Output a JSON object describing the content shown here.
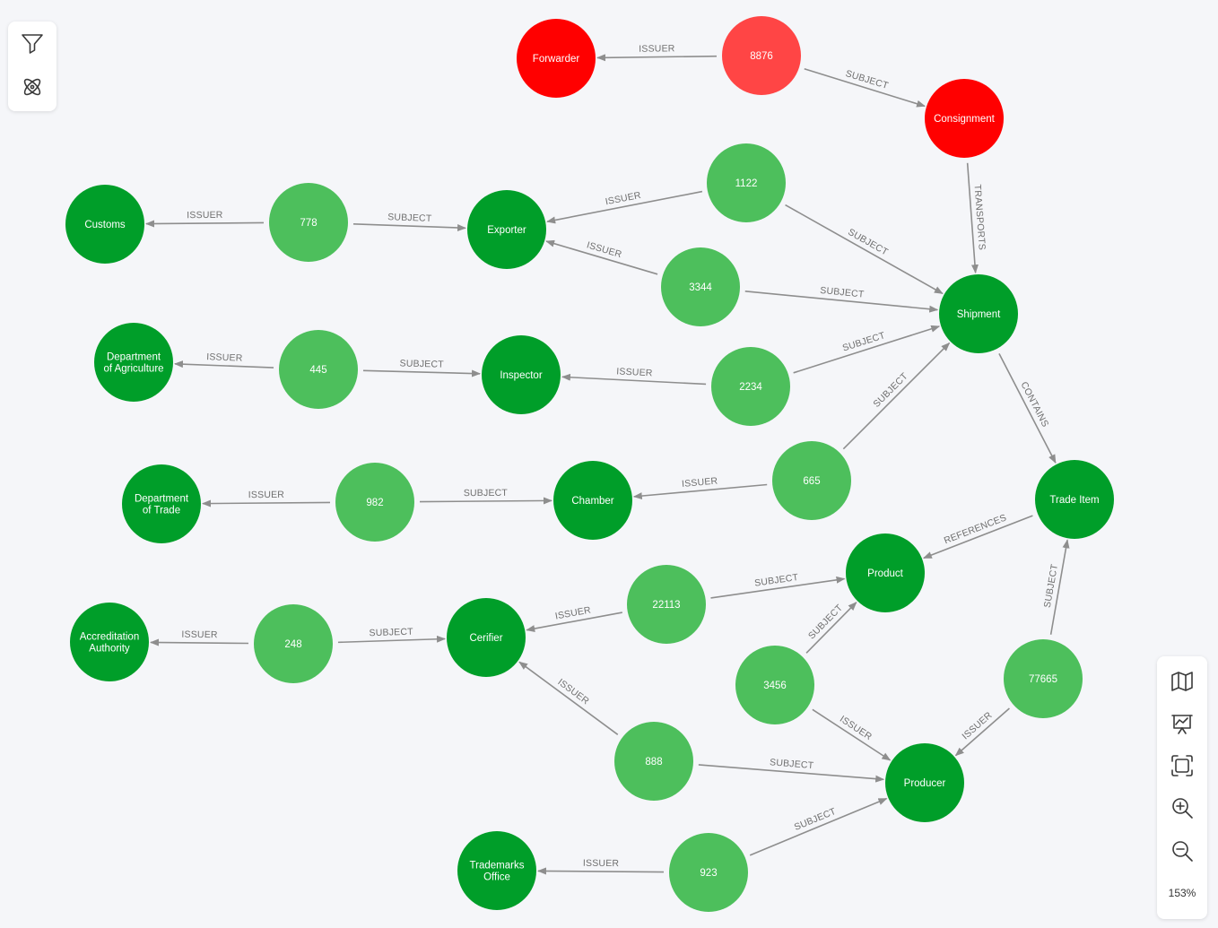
{
  "toolbar_left": {
    "items": [
      {
        "name": "filter-icon"
      },
      {
        "name": "physics-icon"
      }
    ]
  },
  "toolbar_right": {
    "items": [
      {
        "name": "map-icon"
      },
      {
        "name": "presentation-icon"
      },
      {
        "name": "fit-screen-icon"
      },
      {
        "name": "zoom-in-icon"
      },
      {
        "name": "zoom-out-icon"
      }
    ],
    "zoom_level": "153%"
  },
  "colors": {
    "entity_node": "#009e29",
    "credential_node": "#4dbf5c",
    "alert_entity_node": "#ff0000",
    "alert_credential_node": "#ff4545",
    "edge": "#8e8e8e",
    "edge_label": "#6f6f6f",
    "background": "#f5f6f9"
  },
  "graph": {
    "nodes": [
      {
        "id": "forwarder",
        "label": [
          "Forwarder"
        ],
        "kind": "alert_entity"
      },
      {
        "id": "n8876",
        "label": [
          "8876"
        ],
        "kind": "alert_credential"
      },
      {
        "id": "consignment",
        "label": [
          "Consignment"
        ],
        "kind": "alert_entity"
      },
      {
        "id": "customs",
        "label": [
          "Customs"
        ],
        "kind": "entity"
      },
      {
        "id": "n778",
        "label": [
          "778"
        ],
        "kind": "credential"
      },
      {
        "id": "exporter",
        "label": [
          "Exporter"
        ],
        "kind": "entity"
      },
      {
        "id": "n1122",
        "label": [
          "1122"
        ],
        "kind": "credential"
      },
      {
        "id": "n3344",
        "label": [
          "3344"
        ],
        "kind": "credential"
      },
      {
        "id": "shipment",
        "label": [
          "Shipment"
        ],
        "kind": "entity"
      },
      {
        "id": "agri",
        "label": [
          "Department",
          "of Agriculture"
        ],
        "kind": "entity"
      },
      {
        "id": "n445",
        "label": [
          "445"
        ],
        "kind": "credential"
      },
      {
        "id": "inspector",
        "label": [
          "Inspector"
        ],
        "kind": "entity"
      },
      {
        "id": "n2234",
        "label": [
          "2234"
        ],
        "kind": "credential"
      },
      {
        "id": "trade",
        "label": [
          "Department",
          "of Trade"
        ],
        "kind": "entity"
      },
      {
        "id": "n982",
        "label": [
          "982"
        ],
        "kind": "credential"
      },
      {
        "id": "chamber",
        "label": [
          "Chamber"
        ],
        "kind": "entity"
      },
      {
        "id": "n665",
        "label": [
          "665"
        ],
        "kind": "credential"
      },
      {
        "id": "tradeitem",
        "label": [
          "Trade Item"
        ],
        "kind": "entity"
      },
      {
        "id": "product",
        "label": [
          "Product"
        ],
        "kind": "entity"
      },
      {
        "id": "n22113",
        "label": [
          "22113"
        ],
        "kind": "credential"
      },
      {
        "id": "accred",
        "label": [
          "Accreditation",
          "Authority"
        ],
        "kind": "entity"
      },
      {
        "id": "n248",
        "label": [
          "248"
        ],
        "kind": "credential"
      },
      {
        "id": "cerifier",
        "label": [
          "Cerifier"
        ],
        "kind": "entity"
      },
      {
        "id": "n3456",
        "label": [
          "3456"
        ],
        "kind": "credential"
      },
      {
        "id": "n77665",
        "label": [
          "77665"
        ],
        "kind": "credential"
      },
      {
        "id": "n888",
        "label": [
          "888"
        ],
        "kind": "credential"
      },
      {
        "id": "producer",
        "label": [
          "Producer"
        ],
        "kind": "entity"
      },
      {
        "id": "trademarks",
        "label": [
          "Trademarks",
          "Office"
        ],
        "kind": "entity"
      },
      {
        "id": "n923",
        "label": [
          "923"
        ],
        "kind": "credential"
      }
    ],
    "edges": [
      {
        "source": "n8876",
        "target": "forwarder",
        "label": "ISSUER"
      },
      {
        "source": "n8876",
        "target": "consignment",
        "label": "SUBJECT"
      },
      {
        "source": "consignment",
        "target": "shipment",
        "label": "TRANSPORTS"
      },
      {
        "source": "n778",
        "target": "customs",
        "label": "ISSUER"
      },
      {
        "source": "n778",
        "target": "exporter",
        "label": "SUBJECT"
      },
      {
        "source": "n1122",
        "target": "exporter",
        "label": "ISSUER"
      },
      {
        "source": "n1122",
        "target": "shipment",
        "label": "SUBJECT"
      },
      {
        "source": "n3344",
        "target": "exporter",
        "label": "ISSUER"
      },
      {
        "source": "n3344",
        "target": "shipment",
        "label": "SUBJECT"
      },
      {
        "source": "n445",
        "target": "agri",
        "label": "ISSUER"
      },
      {
        "source": "n445",
        "target": "inspector",
        "label": "SUBJECT"
      },
      {
        "source": "n2234",
        "target": "inspector",
        "label": "ISSUER"
      },
      {
        "source": "n2234",
        "target": "shipment",
        "label": "SUBJECT"
      },
      {
        "source": "n982",
        "target": "trade",
        "label": "ISSUER"
      },
      {
        "source": "n982",
        "target": "chamber",
        "label": "SUBJECT"
      },
      {
        "source": "n665",
        "target": "chamber",
        "label": "ISSUER"
      },
      {
        "source": "n665",
        "target": "shipment",
        "label": "SUBJECT"
      },
      {
        "source": "shipment",
        "target": "tradeitem",
        "label": "CONTAINS"
      },
      {
        "source": "tradeitem",
        "target": "product",
        "label": "REFERENCES"
      },
      {
        "source": "n22113",
        "target": "cerifier",
        "label": "ISSUER"
      },
      {
        "source": "n22113",
        "target": "product",
        "label": "SUBJECT"
      },
      {
        "source": "n248",
        "target": "accred",
        "label": "ISSUER"
      },
      {
        "source": "n248",
        "target": "cerifier",
        "label": "SUBJECT"
      },
      {
        "source": "n3456",
        "target": "product",
        "label": "SUBJECT"
      },
      {
        "source": "n3456",
        "target": "producer",
        "label": "ISSUER"
      },
      {
        "source": "n77665",
        "target": "tradeitem",
        "label": "SUBJECT"
      },
      {
        "source": "n77665",
        "target": "producer",
        "label": "ISSUER"
      },
      {
        "source": "n888",
        "target": "cerifier",
        "label": "ISSUER"
      },
      {
        "source": "n888",
        "target": "producer",
        "label": "SUBJECT"
      },
      {
        "source": "n923",
        "target": "trademarks",
        "label": "ISSUER"
      },
      {
        "source": "n923",
        "target": "producer",
        "label": "SUBJECT"
      }
    ]
  }
}
